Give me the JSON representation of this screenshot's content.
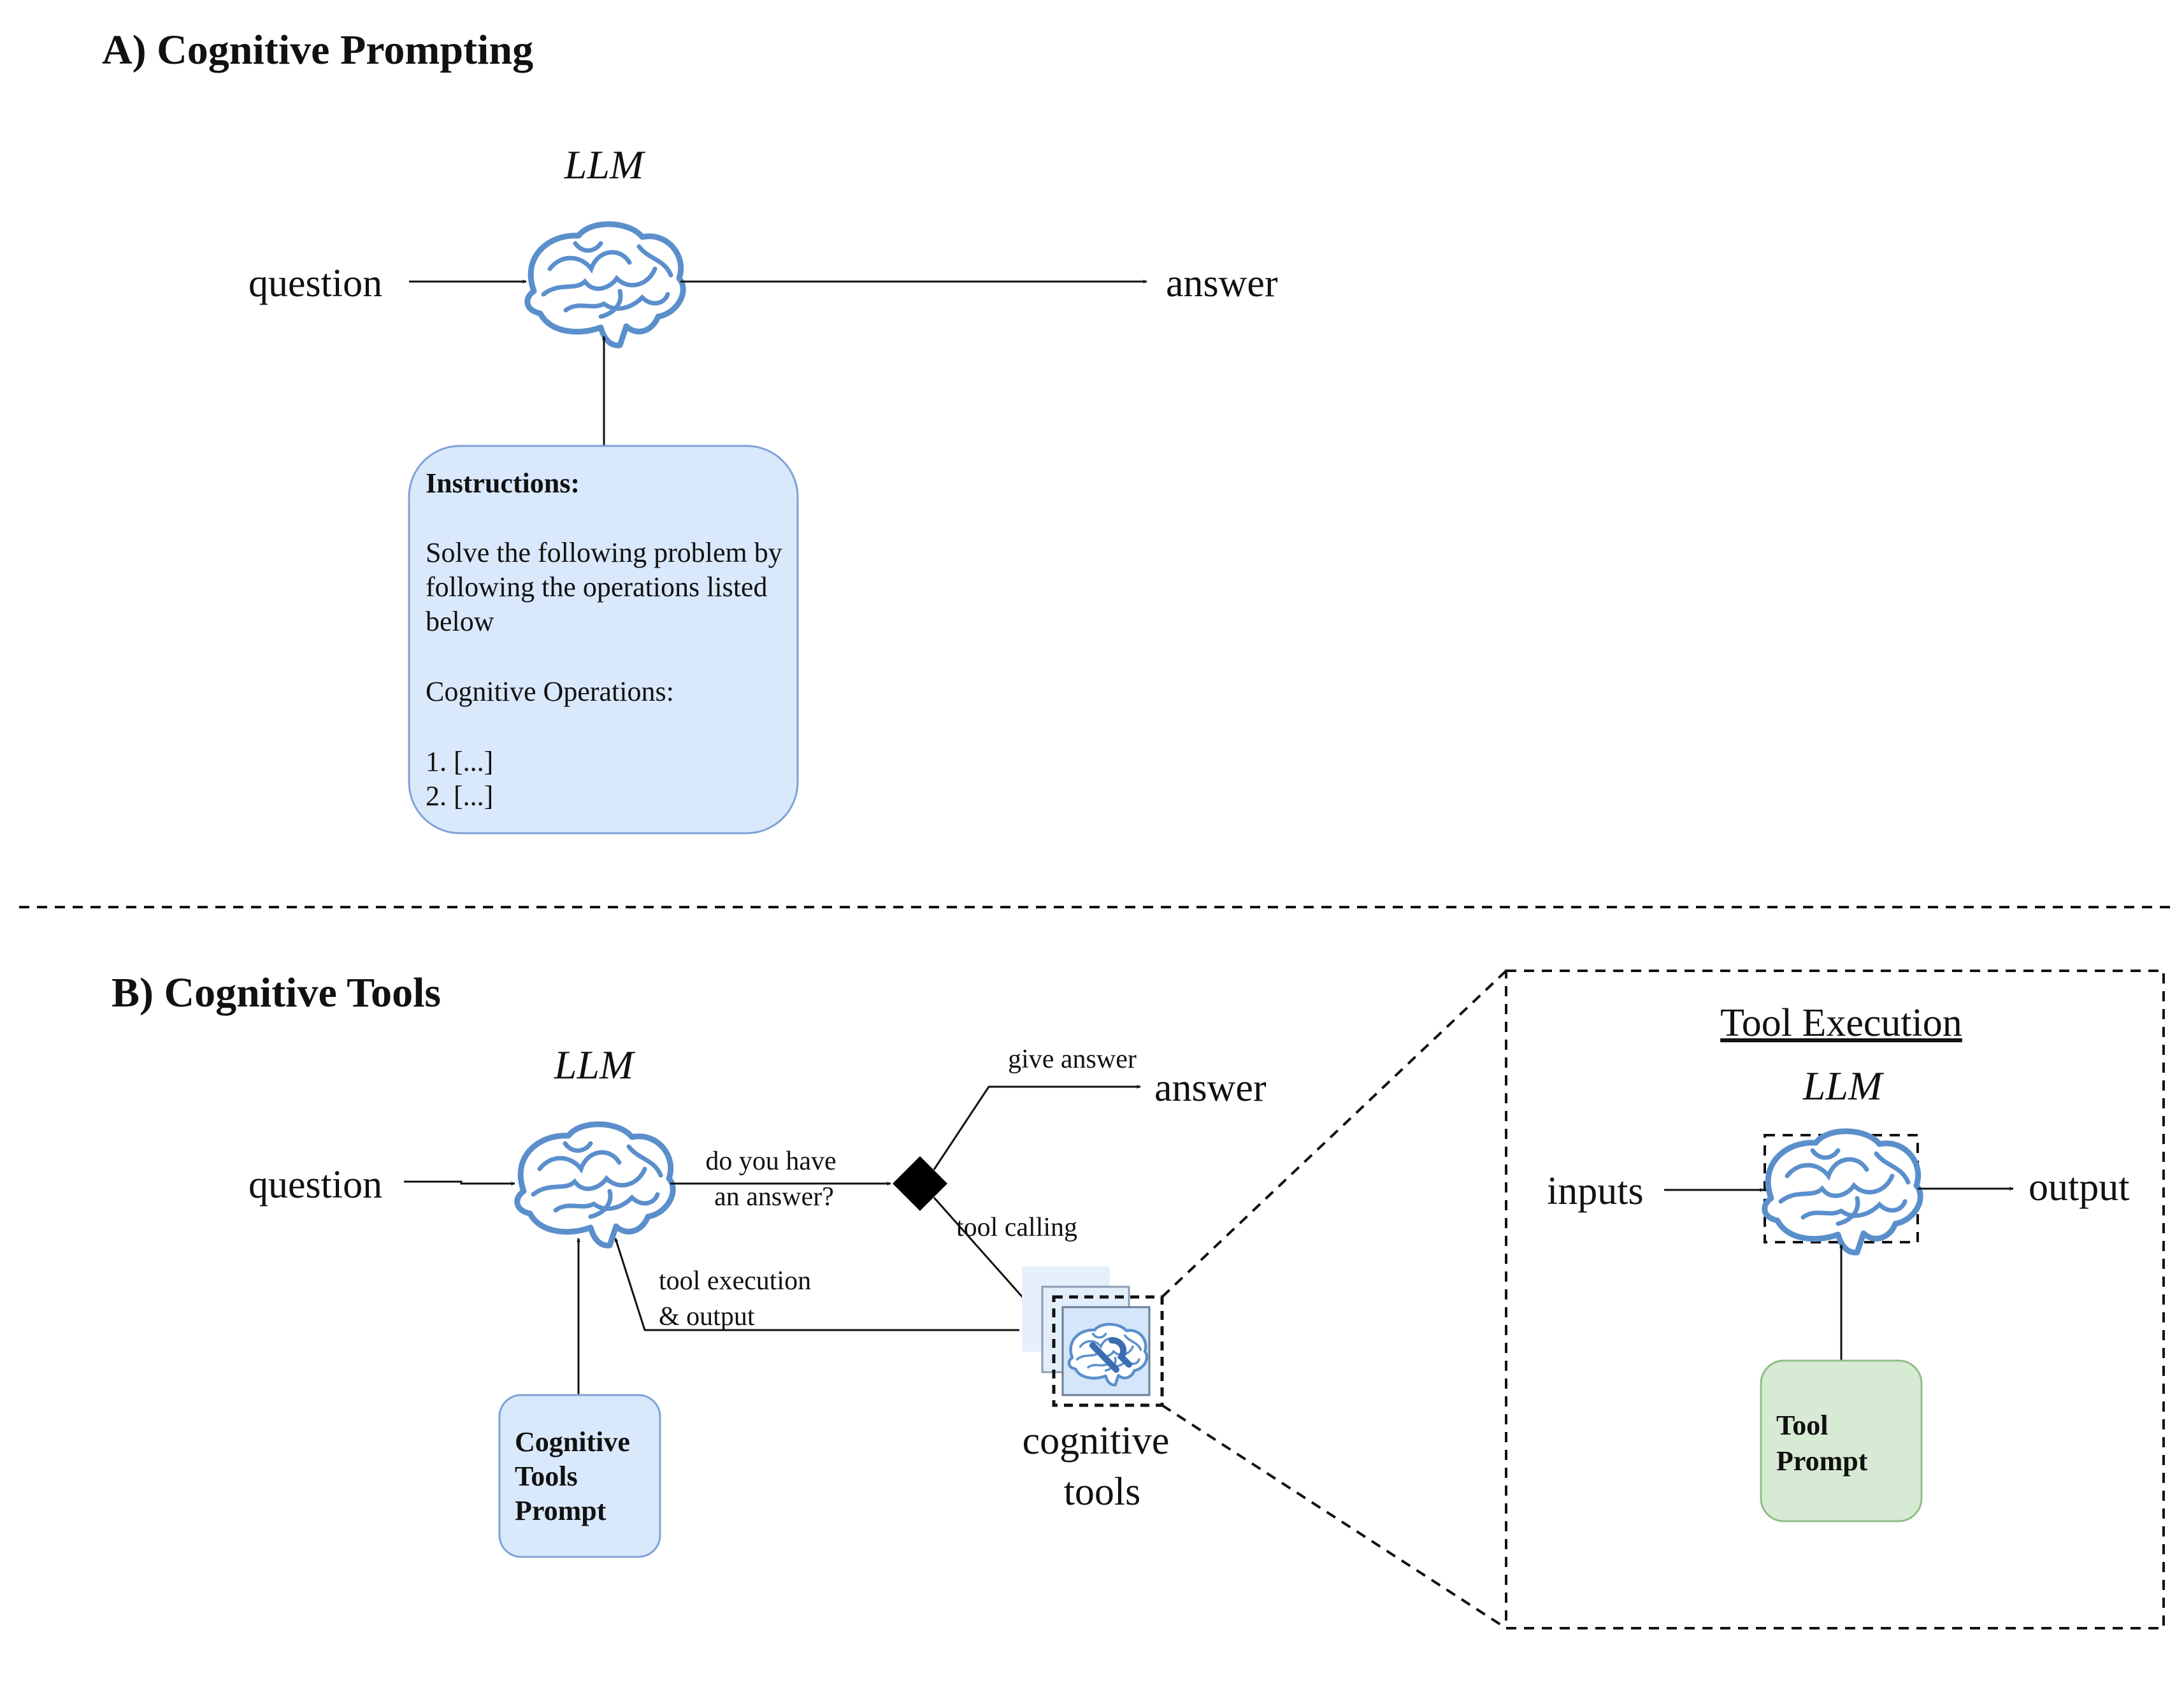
{
  "section_a": {
    "title": "A) Cognitive Prompting",
    "llm_label": "LLM",
    "input_label": "question",
    "output_label": "answer",
    "instructions": {
      "heading": "Instructions:",
      "lines": [
        "Solve the following problem by",
        "following the operations listed",
        "below",
        "Cognitive Operations:",
        "1. [...]",
        "2. [...]"
      ]
    }
  },
  "section_b": {
    "title": "B) Cognitive Tools",
    "llm_label": "LLM",
    "input_label": "question",
    "question_text": [
      "do you have",
      "an answer?"
    ],
    "give_answer_label": "give answer",
    "answer_label": "answer",
    "tool_calling_label": "tool calling",
    "tool_exec_text": [
      "tool execution",
      "& output"
    ],
    "tools_label": [
      "cognitive",
      "tools"
    ],
    "prompt_box": [
      "Cognitive",
      "Tools",
      "Prompt"
    ]
  },
  "tool_execution": {
    "title": "Tool Execution",
    "llm_label": "LLM",
    "input_label": "inputs",
    "output_label": "output",
    "prompt_box": [
      "Tool",
      "Prompt"
    ]
  },
  "colors": {
    "brain_stroke": "#5b8fcc",
    "blue_box_fill": "#d9e8fb",
    "blue_box_stroke": "#7fa2d6",
    "green_box_fill": "#d7ead3",
    "green_box_stroke": "#8fbf86"
  }
}
